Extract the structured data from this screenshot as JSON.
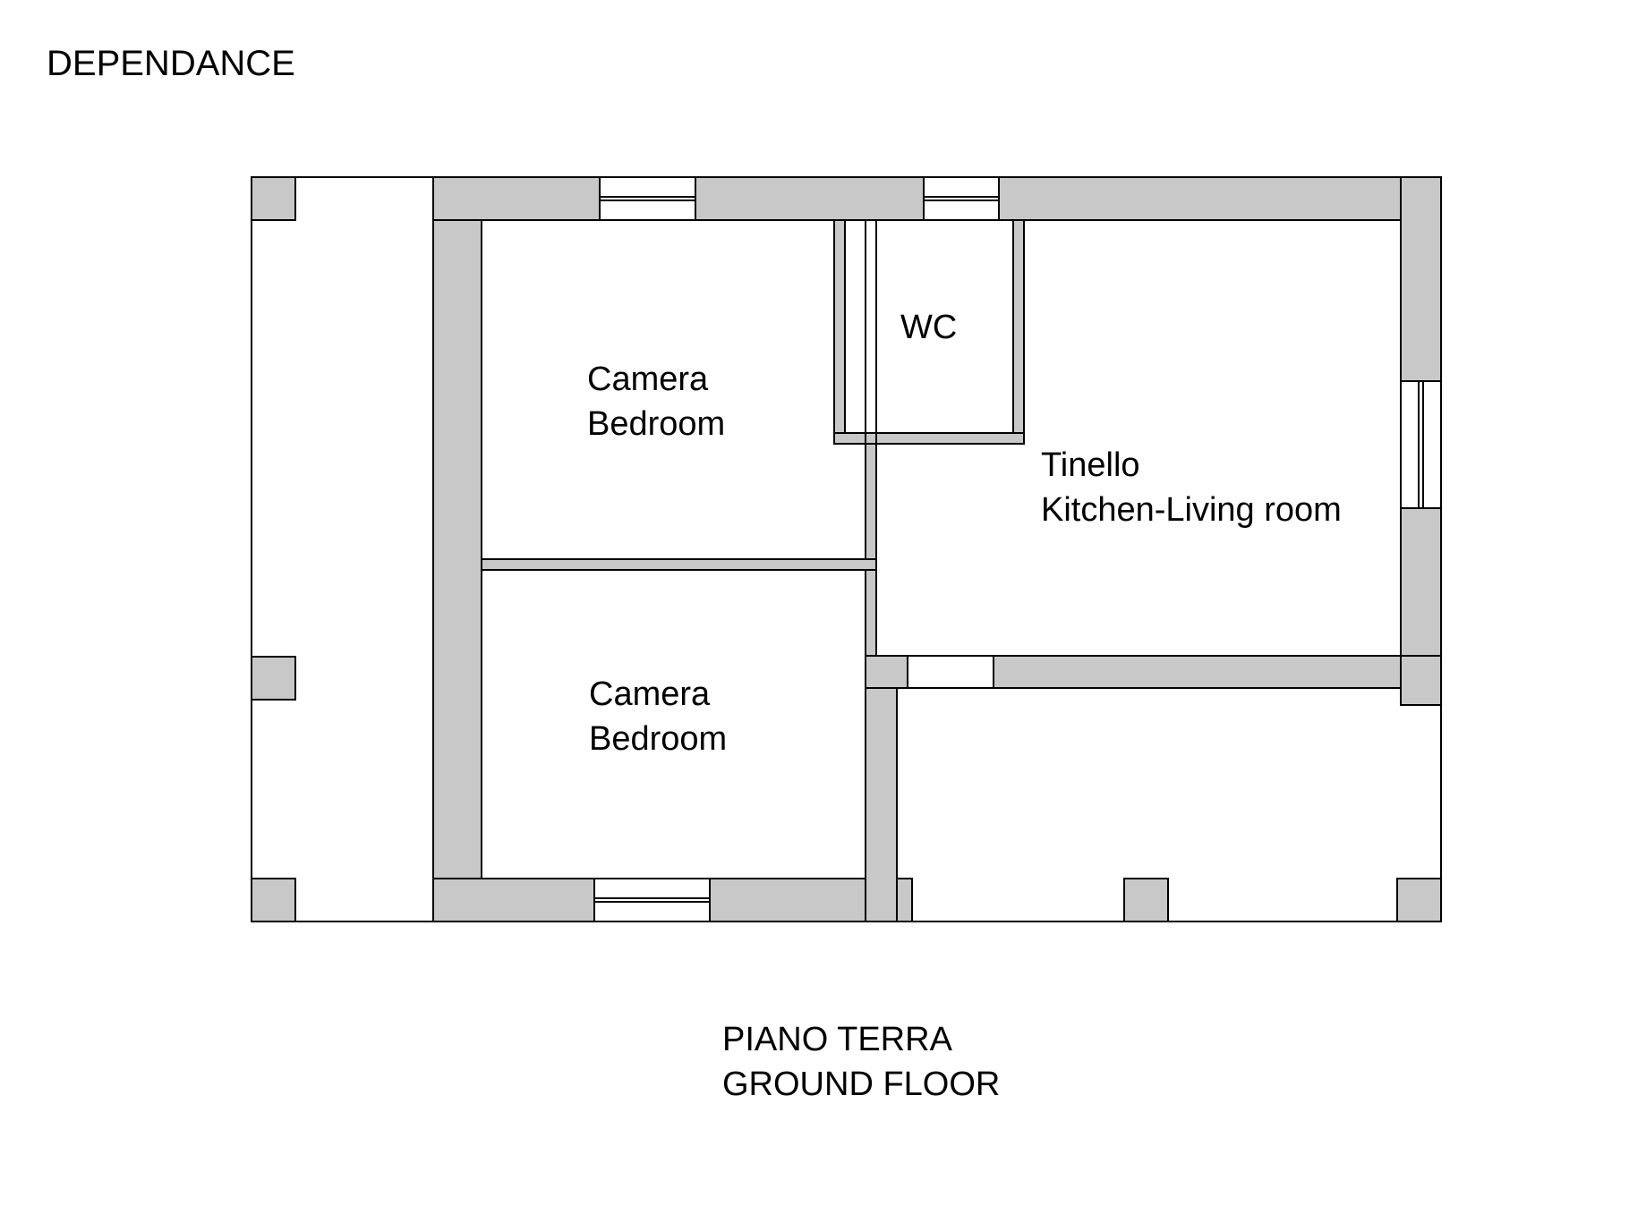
{
  "header": {
    "title": "DEPENDANCE"
  },
  "rooms": {
    "bedroom_top": {
      "line1": "Camera",
      "line2": "Bedroom"
    },
    "bedroom_bottom": {
      "line1": "Camera",
      "line2": "Bedroom"
    },
    "wc": {
      "label": "WC"
    },
    "kitchen": {
      "line1": "Tinello",
      "line2": "Kitchen-Living room"
    }
  },
  "footer": {
    "line1": "PIANO TERRA",
    "line2": "GROUND FLOOR"
  },
  "colors": {
    "wall_fill": "#c8c8c8",
    "line": "#000000",
    "background": "#ffffff"
  }
}
